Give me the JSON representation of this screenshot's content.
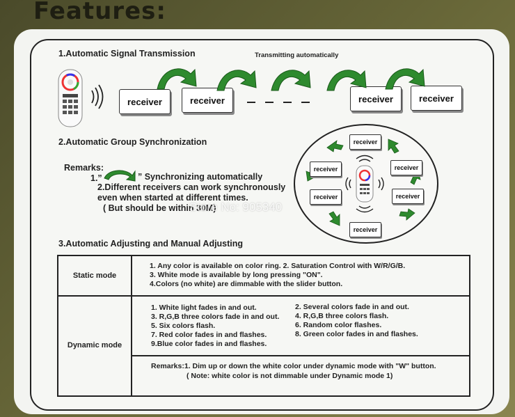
{
  "header": {
    "title": "Features:"
  },
  "section1": {
    "title": "1.Automatic Signal Transmission",
    "caption": "Transmitting automatically",
    "receivers": [
      "receiver",
      "receiver",
      "receiver",
      "receiver"
    ]
  },
  "section2": {
    "title": "2.Automatic Group Synchronization",
    "remarks_label": "Remarks:",
    "line1_prefix": "1.”",
    "line1_suffix": "” Synchronizing automatically",
    "line2": "2.Different receivers can work synchronously",
    "line3": "even when started at different times.",
    "line4": "( But should be within 30M)",
    "circle_receivers": [
      "receiver",
      "receiver",
      "receiver",
      "receiver",
      "receiver",
      "receiver"
    ]
  },
  "section3": {
    "title": "3.Automatic Adjusting and Manual Adjusting",
    "static_label": "Static mode",
    "static_lines": [
      "1. Any color is available on color ring.  2. Saturation Control with W/R/G/B.",
      "3. White mode is available by long pressing \"ON\".",
      "4.Colors (no white) are dimmable with the slider button."
    ],
    "dynamic_label": "Dynamic mode",
    "dynamic_left": [
      "1. White light fades in and out.",
      "3. R,G,B three colors fade in and out.",
      "5. Six colors flash.",
      "7. Red color fades in and flashes.",
      "9.Blue color fades in and flashes."
    ],
    "dynamic_right": [
      "2. Several colors fade in and out.",
      "4. R,G,B three colors flash.",
      "6. Random color flashes.",
      "8. Green color fades in and flashes."
    ],
    "remarks_line1": "Remarks:1. Dim up or down the white color under dynamic mode with \"W\" button.",
    "remarks_line2": "( Note: white color is not dimmable under Dynamic mode 1)"
  },
  "watermark": "Store No: 905340",
  "colors": {
    "arrow": "#2e8a2e",
    "background": "#5a5932",
    "panel": "#f3f4f1"
  }
}
